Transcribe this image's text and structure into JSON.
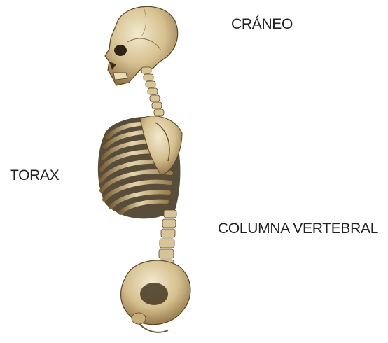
{
  "labels": {
    "craneo": "CRÁNEO",
    "torax": "TORAX",
    "columna": "COLUMNA VERTEBRAL"
  },
  "colors": {
    "bone_light": "#efe3c3",
    "bone_mid": "#cdb583",
    "bone_dark": "#6e5632",
    "shadow": "#2f2414"
  }
}
